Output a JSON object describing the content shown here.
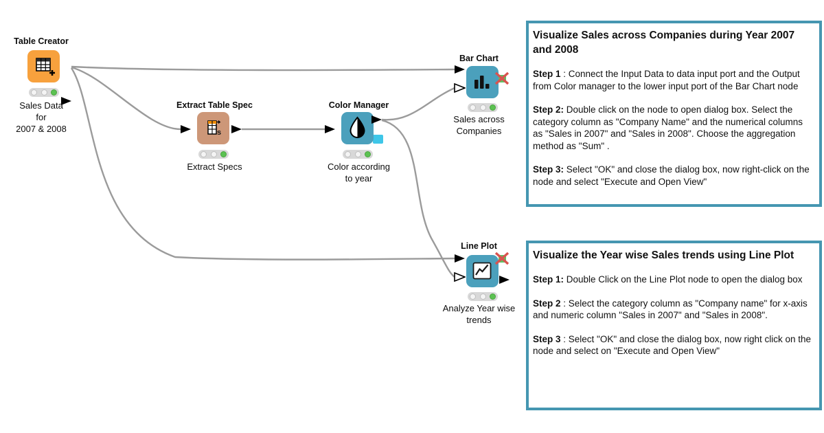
{
  "colors": {
    "node_orange": "#F7A13D",
    "node_tan": "#CD9778",
    "node_teal": "#4BA0BC",
    "port_cyan": "#3EC6E8",
    "annotation_border": "#4596B1",
    "wire": "#9B9B9B",
    "status_green": "#5CC252",
    "light_bg": "#D8D8D8",
    "x_red": "#D9534F",
    "x_green": "#62BE63"
  },
  "workflow": {
    "nodes": {
      "table_creator": {
        "title": "Table Creator",
        "line1": "Sales Data",
        "line2": "for",
        "line3": "2007 & 2008",
        "status": "executed"
      },
      "extract_table_spec": {
        "title": "Extract Table Spec",
        "line1": "Extract Specs",
        "status": "executed"
      },
      "color_manager": {
        "title": "Color Manager",
        "line1": "Color according",
        "line2": "to year",
        "status": "executed"
      },
      "bar_chart": {
        "title": "Bar Chart",
        "line1": "Sales across",
        "line2": "Companies",
        "status": "executed"
      },
      "line_plot": {
        "title": "Line Plot",
        "line1": "Analyze Year wise",
        "line2": "trends",
        "status": "executed"
      }
    }
  },
  "annotations": [
    {
      "title": "Visualize Sales across Companies during Year 2007 and 2008",
      "steps": [
        {
          "label": "Step 1",
          "text": " : Connect the Input Data to data input port and the Output from Color manager to the lower input port of the Bar Chart node"
        },
        {
          "label": "Step 2:",
          "text": " Double click on the node to open dialog box. Select the category column as \"Company Name\" and the numerical columns as \"Sales in 2007\" and \"Sales in 2008\". Choose the aggregation method as \"Sum\" ."
        },
        {
          "label": "Step 3:",
          "text": " Select  \"OK\"  and close the dialog box, now right-click on the node and select  \"Execute and Open View\""
        }
      ]
    },
    {
      "title": "Visualize the Year wise Sales trends using Line Plot",
      "steps": [
        {
          "label": "Step 1:",
          "text": " Double Click on the  Line  Plot node to open the dialog box"
        },
        {
          "label": "Step 2",
          "text": " : Select the category column as \"Company name\" for x-axis and numeric column \"Sales in 2007\" and \"Sales in 2008\"."
        },
        {
          "label": "Step 3",
          "text": " : Select \"OK\" and close the dialog box, now right click on the node and select on  \"Execute and Open View\""
        }
      ]
    }
  ]
}
